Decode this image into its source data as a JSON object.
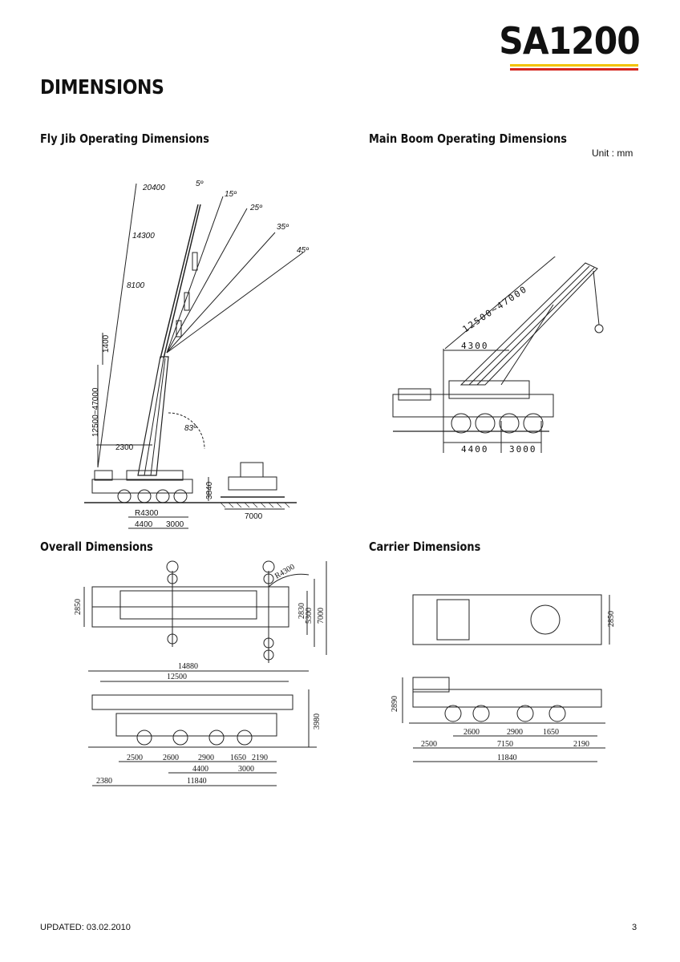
{
  "header": {
    "model": "SA1200",
    "page_title": "DIMENSIONS",
    "brand_colors": {
      "yellow": "#f2c200",
      "red": "#d6261d"
    }
  },
  "sections": {
    "fly_jib": {
      "title": "Fly Jib Operating Dimensions",
      "angles": [
        "5º",
        "15º",
        "25º",
        "35º",
        "45º",
        "83º"
      ],
      "heights": [
        "20400",
        "14300",
        "8100",
        "1400",
        "12500~47000",
        "2300",
        "3840"
      ],
      "radius": "R4300",
      "base": [
        "4400",
        "3000"
      ],
      "width": "7000"
    },
    "main_boom": {
      "title": "Main Boom Operating Dimensions",
      "unit": "Unit  :  mm",
      "boom_length": "12500~47000",
      "pivot": "4300",
      "base": [
        "4400",
        "3000"
      ]
    },
    "overall": {
      "title": "Overall Dimensions",
      "top_left": "2850",
      "top_right": [
        "R4300",
        "2830",
        "5300",
        "7000"
      ],
      "lengths": [
        "14880",
        "12500"
      ],
      "height": "3980",
      "axles": [
        "2500",
        "2600",
        "2900",
        "1650",
        "2190"
      ],
      "base": [
        "4400",
        "3000"
      ],
      "bottom": [
        "2380",
        "11840"
      ]
    },
    "carrier": {
      "title": "Carrier Dimensions",
      "width": "2850",
      "height": "2890",
      "axles_top": [
        "2600",
        "2900",
        "1650"
      ],
      "axles_bottom": [
        "2500",
        "7150",
        "2190"
      ],
      "total": "11840"
    }
  },
  "footer": {
    "updated": "UPDATED: 03.02.2010",
    "page": "3"
  }
}
